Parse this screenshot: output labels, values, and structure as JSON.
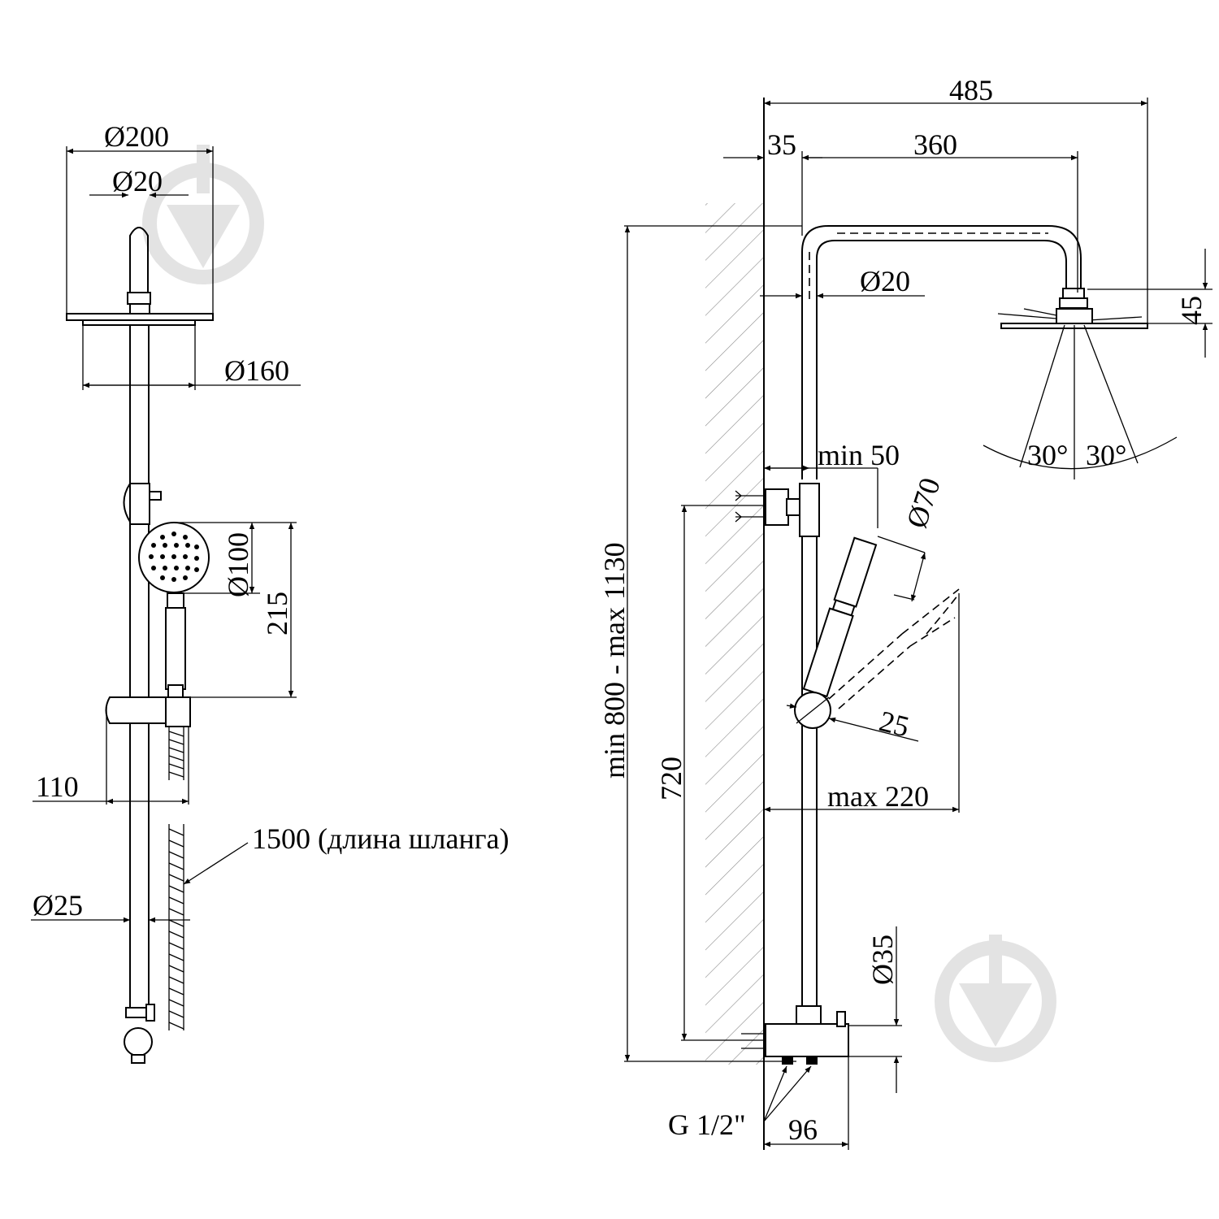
{
  "watermark": {
    "icon": "watermark-logo-icon",
    "color": "#e3e3e3"
  },
  "front_view": {
    "dim_top_diameter": "Ø200",
    "dim_arm_diameter": "Ø20",
    "dim_head_inner": "Ø160",
    "dim_hand_head": "Ø100",
    "dim_hand_length": "215",
    "dim_holder_offset": "110",
    "dim_hose": "1500 (длина шланга)",
    "dim_rail_diameter": "Ø25"
  },
  "side_view": {
    "dim_total_width": "485",
    "dim_wall_offset": "35",
    "dim_arm_reach": "360",
    "dim_arm_tube": "Ø20",
    "dim_head_height": "45",
    "dim_angle_left": "30°",
    "dim_angle_right": "30°",
    "dim_bracket_min": "min 50",
    "dim_hand_diameter": "Ø70",
    "dim_pivot": "25",
    "dim_height_range": "min 800 - max 1130",
    "dim_bracket_height": "720",
    "dim_hand_max": "max 220",
    "dim_mixer_diameter": "Ø35",
    "dim_connection": "G 1/2\"",
    "dim_mixer_width": "96"
  }
}
